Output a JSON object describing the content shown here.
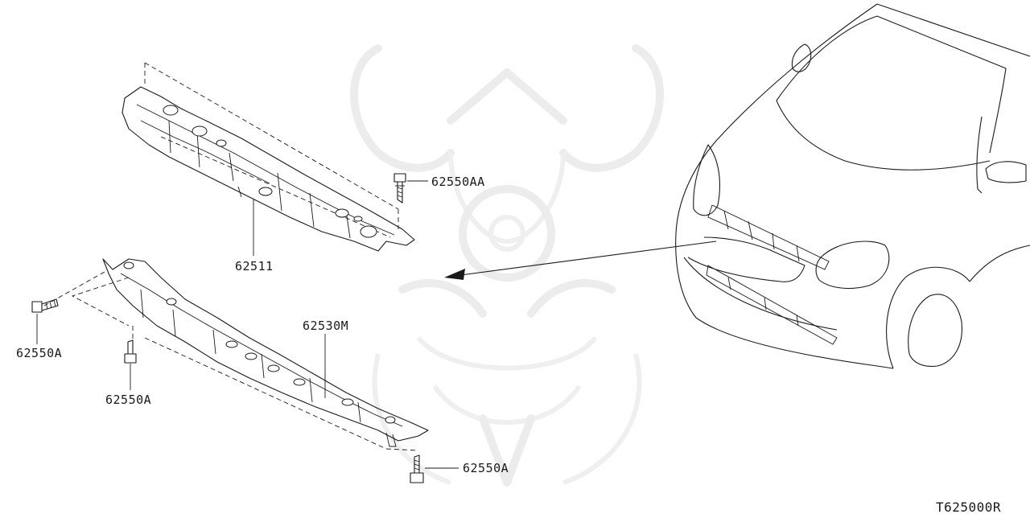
{
  "diagram": {
    "ref_code": "T625000R",
    "callouts": [
      {
        "id": "bolt-top",
        "label": "62550AA"
      },
      {
        "id": "upper-support",
        "label": "62511"
      },
      {
        "id": "lower-support",
        "label": "62530M"
      },
      {
        "id": "bolt-left",
        "label": "62550A"
      },
      {
        "id": "bolt-mid",
        "label": "62550A"
      },
      {
        "id": "bolt-bottom-right",
        "label": "62550A"
      }
    ]
  },
  "icons": {
    "watermark": "samurai-mask-watermark-icon",
    "vehicle": "car-front-outline-icon",
    "pointer": "arrow-left-icon",
    "bolt": "bolt-icon"
  }
}
